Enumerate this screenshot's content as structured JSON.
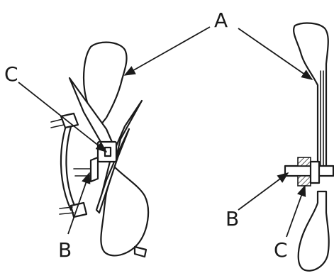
{
  "labels": {
    "blade": "A",
    "hub_left": "B",
    "hub_right": "B",
    "spacer_left": "C",
    "spacer_right": "C"
  },
  "colors": {
    "ink": "#1a1a1a",
    "background": "#ffffff"
  }
}
